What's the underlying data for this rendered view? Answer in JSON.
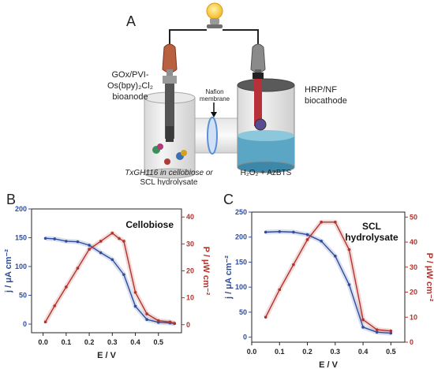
{
  "diagram": {
    "panel_label": "A",
    "anode_label_lines": [
      "GOx/PVI-",
      "Os(bpy)₂Cl₂",
      "bioanode"
    ],
    "cathode_label_lines": [
      "HRP/NF",
      "biocathode"
    ],
    "membrane_label_lines": [
      "Nafion",
      "membrane"
    ],
    "anode_caption_lines": [
      "TxGH116 in cellobiose or",
      "SCL hydrolysate"
    ],
    "cathode_caption": "H₂O₂ + AzBTS",
    "colors": {
      "wire": "#222222",
      "bulb": "#f7c948",
      "clip_red": "#b8603f",
      "clip_gray": "#8a8a8a",
      "cathode_liquid": "#5aa6c4",
      "cathode_electrode": "#b8303a"
    }
  },
  "chart_data": [
    {
      "panel_label": "B",
      "type": "line",
      "title": "Cellobiose",
      "xlabel": "E / V",
      "ylabel_left": "j / μA cm⁻²",
      "ylabel_right": "P / μW cm⁻²",
      "xlim": [
        -0.05,
        0.6
      ],
      "ylim_left": [
        -15,
        200
      ],
      "ylim_right": [
        -3,
        43
      ],
      "xticks": [
        0.0,
        0.1,
        0.2,
        0.3,
        0.4,
        0.5
      ],
      "xtick_labels": [
        "0.0",
        "0.1",
        "0.2",
        "0.3",
        "0.4",
        "0.5"
      ],
      "yticks_left": [
        0,
        50,
        100,
        150,
        200
      ],
      "yticks_right": [
        0,
        10,
        20,
        30,
        40
      ],
      "series": [
        {
          "axis": "left",
          "color": "#2f4d9e",
          "x": [
            0.01,
            0.05,
            0.1,
            0.15,
            0.2,
            0.25,
            0.3,
            0.35,
            0.4,
            0.45,
            0.5,
            0.55,
            0.57
          ],
          "y": [
            149,
            148,
            144,
            143,
            137,
            124,
            112,
            86,
            31,
            8,
            3,
            2,
            1
          ]
        },
        {
          "axis": "right",
          "color": "#b2332b",
          "x": [
            0.01,
            0.05,
            0.1,
            0.15,
            0.2,
            0.25,
            0.3,
            0.33,
            0.35,
            0.4,
            0.45,
            0.5,
            0.55,
            0.57
          ],
          "y": [
            1,
            7,
            14,
            21,
            28,
            31,
            34,
            32,
            31,
            12,
            4,
            1.5,
            1,
            0.5
          ]
        }
      ]
    },
    {
      "panel_label": "C",
      "type": "line",
      "title_lines": [
        "SCL",
        "hydrolysate"
      ],
      "xlabel": "E / V",
      "ylabel_left": "j / μA cm⁻²",
      "ylabel_right": "P / μW cm⁻²",
      "xlim": [
        0.0,
        0.55
      ],
      "ylim_left": [
        -10,
        250
      ],
      "ylim_right": [
        0,
        52
      ],
      "xticks": [
        0.0,
        0.1,
        0.2,
        0.3,
        0.4,
        0.5
      ],
      "xtick_labels": [
        "0.0",
        "0.1",
        "0.2",
        "0.3",
        "0.4",
        "0.5"
      ],
      "yticks_left": [
        0,
        50,
        100,
        150,
        200,
        250
      ],
      "yticks_right": [
        0,
        10,
        20,
        30,
        40,
        50
      ],
      "series": [
        {
          "axis": "left",
          "color": "#2f4d9e",
          "x": [
            0.05,
            0.1,
            0.15,
            0.2,
            0.25,
            0.3,
            0.35,
            0.4,
            0.45,
            0.5
          ],
          "y": [
            210,
            211,
            210,
            205,
            192,
            162,
            105,
            20,
            10,
            8
          ]
        },
        {
          "axis": "right",
          "color": "#b2332b",
          "x": [
            0.05,
            0.1,
            0.15,
            0.2,
            0.25,
            0.3,
            0.35,
            0.4,
            0.45,
            0.5
          ],
          "y": [
            10,
            21,
            31,
            41,
            48,
            48,
            37,
            9,
            5,
            4.5
          ]
        }
      ]
    }
  ]
}
